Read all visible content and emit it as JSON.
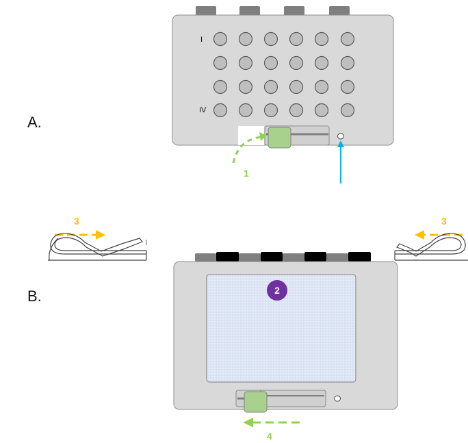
{
  "panels": {
    "a_label": "A.",
    "b_label": "B."
  },
  "row_labels": {
    "first": "I",
    "last": "IV"
  },
  "steps": {
    "step1": "1",
    "step2": "2",
    "step3_left": "3",
    "step3_right": "3",
    "step4": "4"
  },
  "colors": {
    "device_fill": "#d9d9d9",
    "device_stroke": "#8c8c8c",
    "well_fill": "#bfbfbf",
    "well_stroke": "#595959",
    "green": "#92d050",
    "green_handle": "#a9d18e",
    "orange": "#ffc000",
    "blue": "#00b0f0",
    "purple": "#7030a0",
    "membrane": "#dae3f3"
  },
  "icons": {
    "pin": "hairpin-clip-icon"
  }
}
